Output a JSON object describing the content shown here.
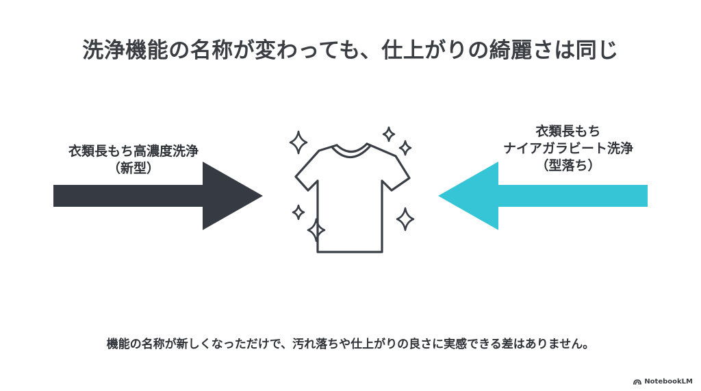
{
  "title": "洗浄機能の名称が変わっても、仕上がりの綺麗さは同じ",
  "left_label": {
    "lines": [
      "衣類長もち高濃度洗浄",
      "（新型）"
    ]
  },
  "right_label": {
    "lines": [
      "衣類長もち",
      "ナイアガラビート洗浄",
      "（型落ち）"
    ]
  },
  "footer_note": "機能の名称が新しくなっただけで、汚れ落ちや仕上がりの良さに実感できる差はありません。",
  "brand": "NotebookLM",
  "colors": {
    "left_arrow": "#363b43",
    "right_arrow": "#36c5d6",
    "text": "#2f3237",
    "icon_stroke": "#3a3e45"
  },
  "icons": {
    "center": "t-shirt-icon",
    "decor": "sparkle-icon",
    "brand": "notebooklm-logo-icon"
  }
}
